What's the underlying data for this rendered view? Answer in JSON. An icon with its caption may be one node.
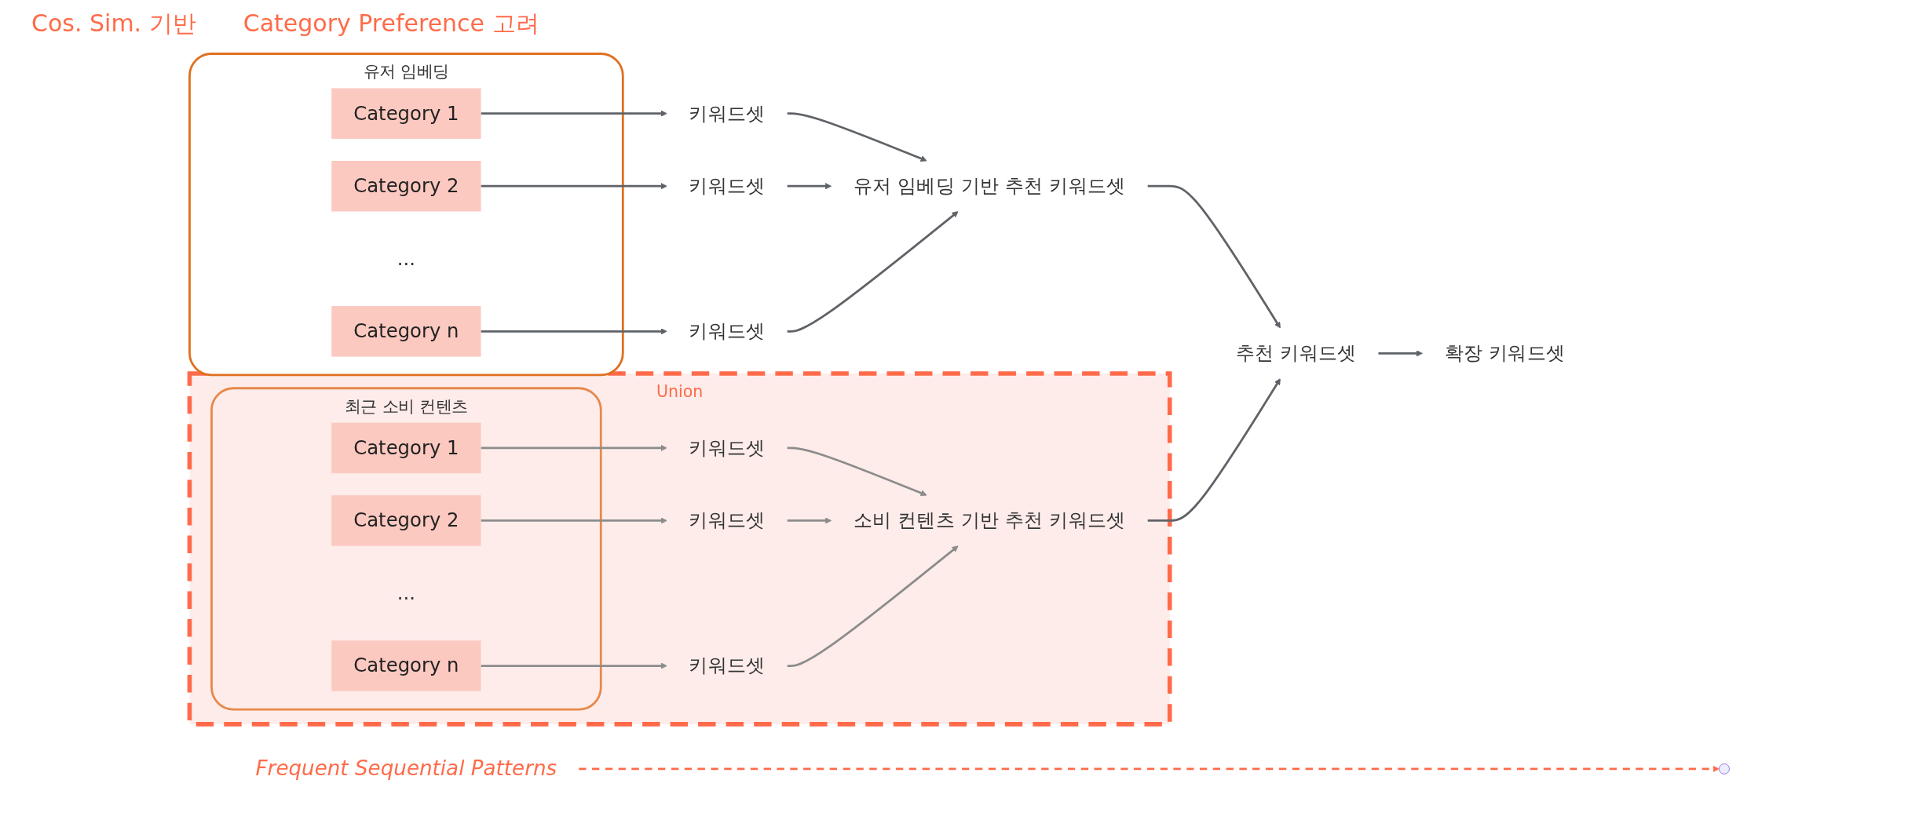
{
  "diagram": {
    "nodes": [
      {
        "text": [
          "유저 임베딩"
        ]
      },
      {
        "text": [
          "Category 1"
        ],
        "in": 0
      },
      {
        "text": [
          "Category 2"
        ],
        "in": 0
      },
      {
        "text": [
          "..."
        ],
        "in": 0
      },
      {
        "text": [
          "Category n"
        ],
        "in": 0
      },
      {
        "text": [
          "키워드셋"
        ]
      },
      {
        "text": [
          "키워드셋"
        ]
      },
      {
        "text": [
          "키워드셋"
        ]
      },
      {
        "text": [
          "유저 임베딩 기반 추천 키워드셋"
        ]
      },
      {
        "text": [
          "Union"
        ]
      },
      {
        "text": [
          "최근 소비 컨텐츠"
        ],
        "in": 9
      },
      {
        "text": [
          "Category 1"
        ],
        "in": 10
      },
      {
        "text": [
          "Category 2"
        ],
        "in": 10
      },
      {
        "text": [
          "..."
        ],
        "in": 10
      },
      {
        "text": [
          "Category n"
        ],
        "in": 10
      },
      {
        "text": [
          "키워드셋"
        ],
        "in": 9
      },
      {
        "text": [
          "키워드셋"
        ],
        "in": 9
      },
      {
        "text": [
          "키워드셋"
        ],
        "in": 9
      },
      {
        "text": [
          "소비 컨텐츠 기반 추천 키워드셋"
        ],
        "in": 9
      },
      {
        "text": [
          "추천 키워드셋"
        ]
      },
      {
        "text": [
          "확장 키워드셋"
        ]
      },
      {
        "text": [
          "Frequent Sequential Patterns"
        ]
      }
    ],
    "edges": [
      {
        "from": 1,
        "to": 5,
        "arrow": "to"
      },
      {
        "from": 2,
        "to": 6,
        "arrow": "to"
      },
      {
        "from": 4,
        "to": 7,
        "arrow": "to"
      },
      {
        "from": 5,
        "to": 8,
        "arrow": "to"
      },
      {
        "from": 6,
        "to": 8,
        "arrow": "to"
      },
      {
        "from": 7,
        "to": 8,
        "arrow": "to"
      },
      {
        "from": 11,
        "to": 15,
        "arrow": "to",
        "color": "#8c8c8c"
      },
      {
        "from": 12,
        "to": 16,
        "arrow": "to",
        "color": "#8c8c8c"
      },
      {
        "from": 14,
        "to": 17,
        "arrow": "to",
        "color": "#8c8c8c"
      },
      {
        "from": 15,
        "to": 18,
        "arrow": "to",
        "color": "#8c8c8c"
      },
      {
        "from": 16,
        "to": 18,
        "arrow": "to",
        "color": "#8c8c8c"
      },
      {
        "from": 17,
        "to": 18,
        "arrow": "to",
        "color": "#8c8c8c"
      },
      {
        "from": 8,
        "to": 19,
        "arrow": "to"
      },
      {
        "from": 18,
        "to": 19,
        "arrow": "to"
      },
      {
        "from": 19,
        "to": 20,
        "arrow": "to"
      },
      {
        "from": 21,
        "to": null,
        "arrow": "to",
        "style": "dashed",
        "color": "#ff6b4a"
      }
    ],
    "labels": [
      "Cos. Sim. 기반",
      "Category Preference 고려"
    ]
  }
}
